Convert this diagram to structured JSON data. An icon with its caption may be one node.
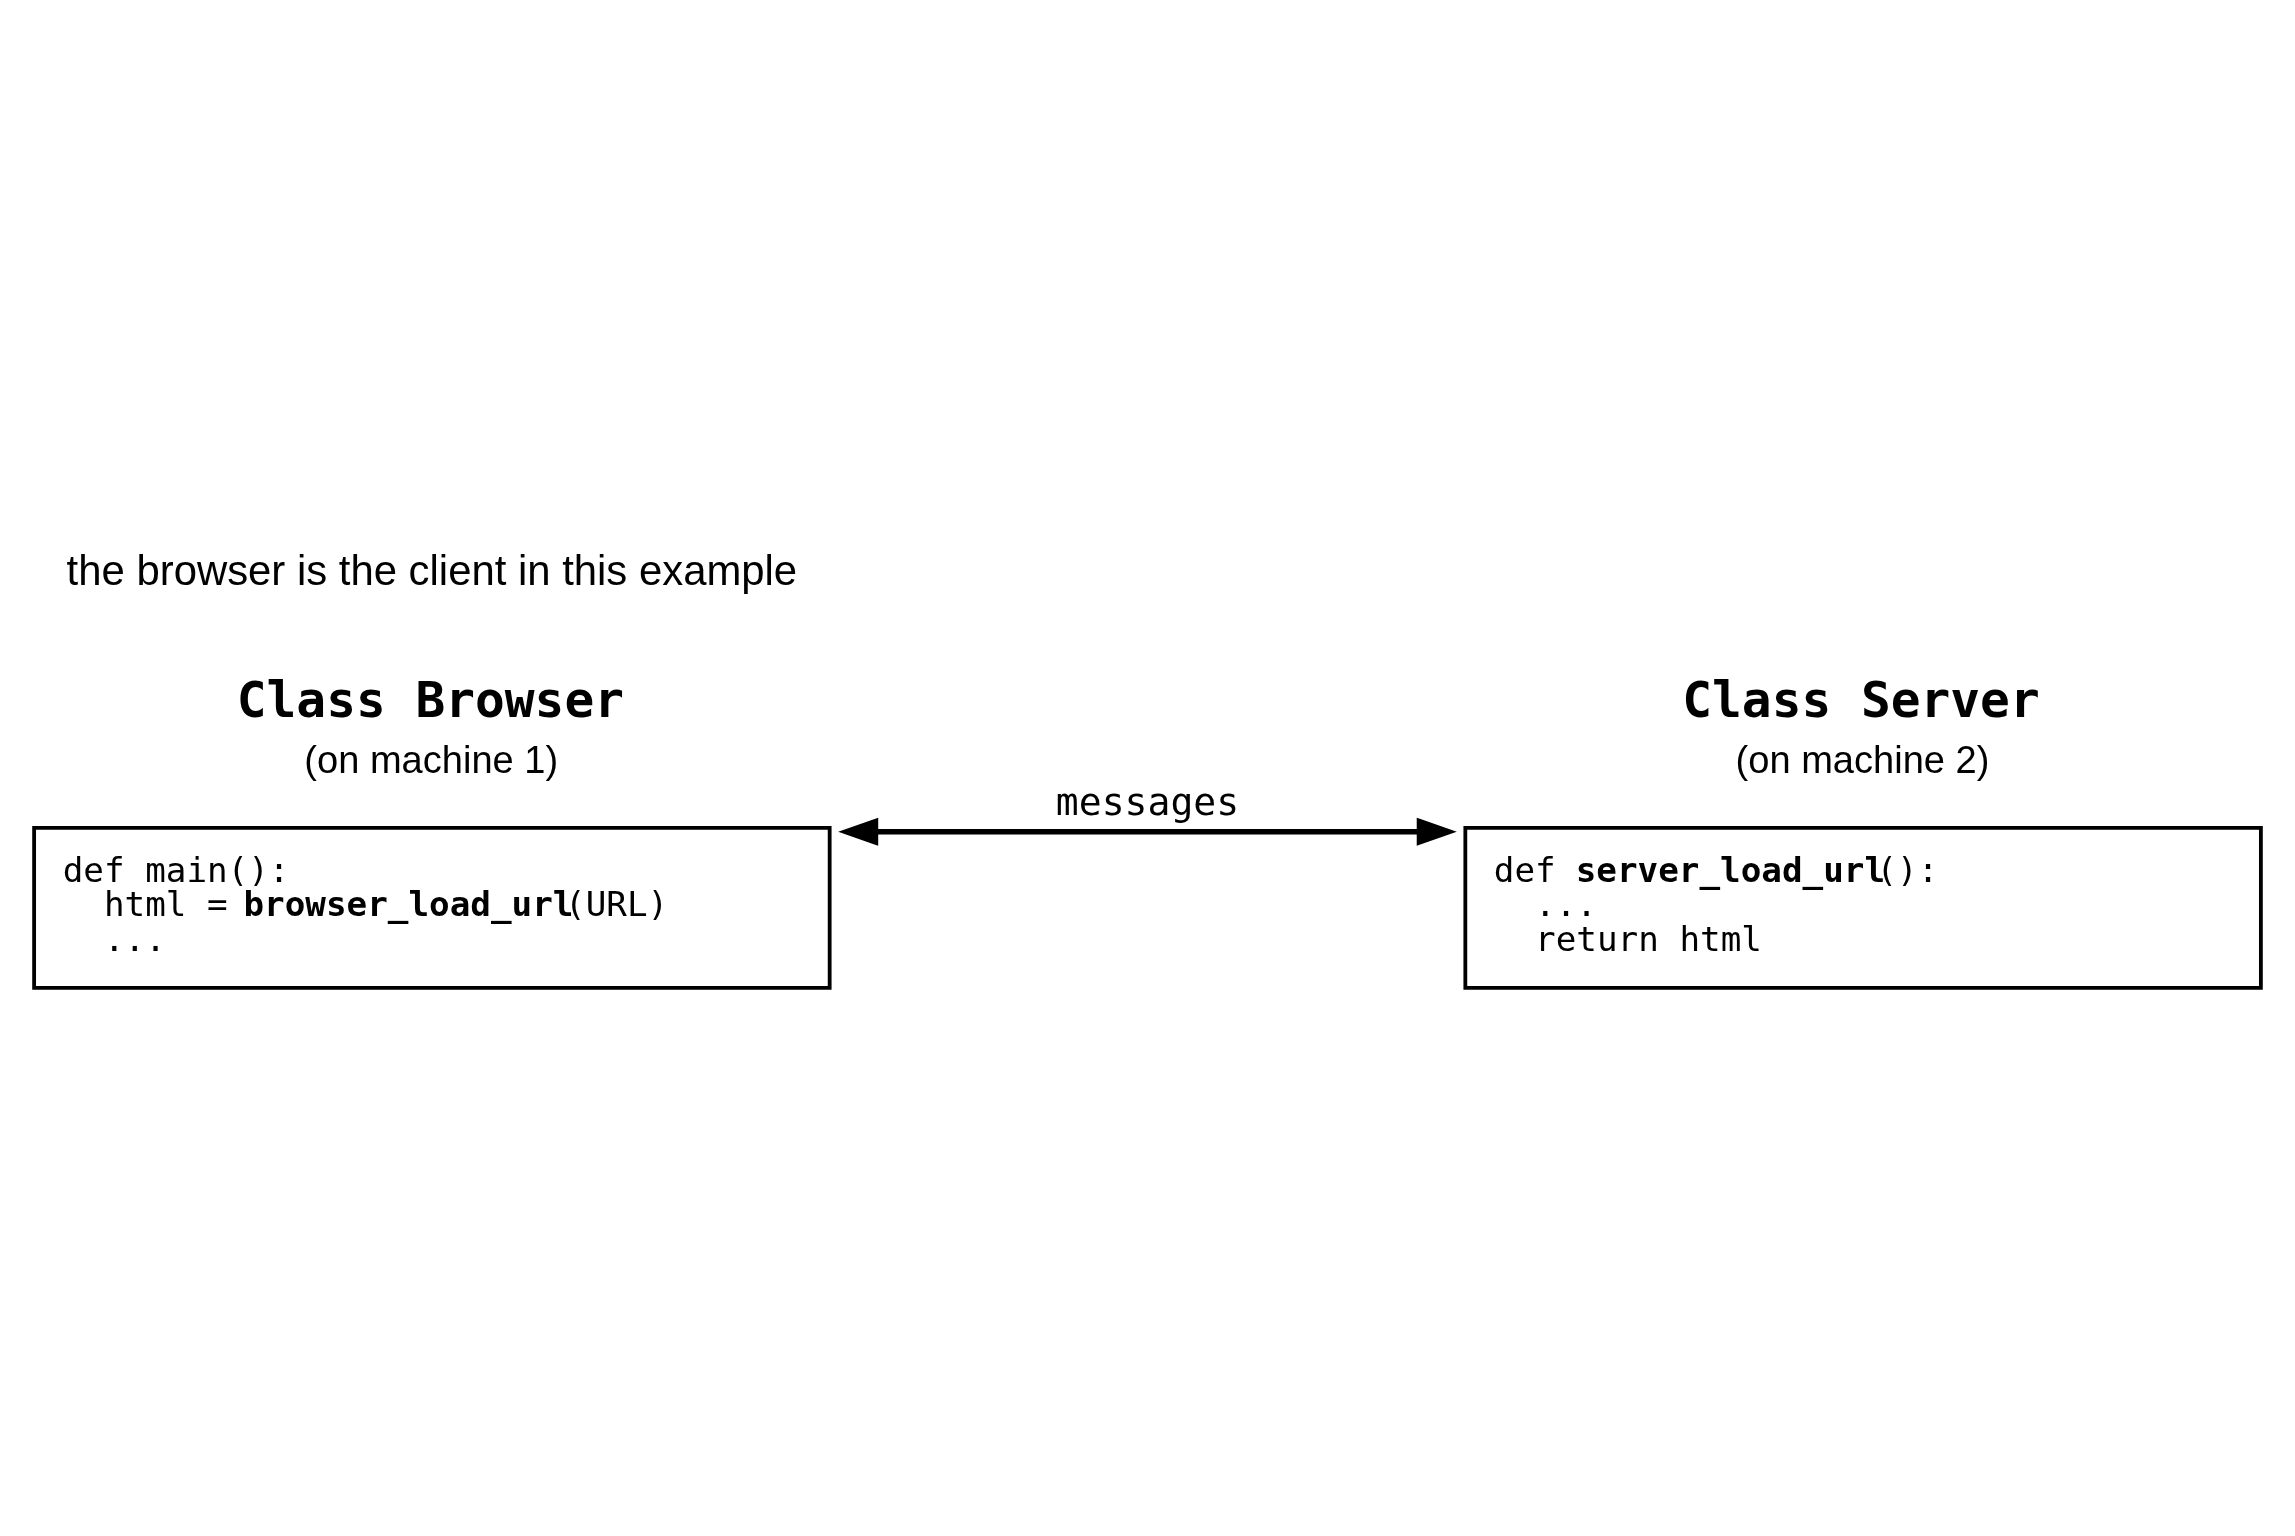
{
  "diagram": {
    "nodes": [
      {
        "text": [
          "Class Browser",
          "(on machine 1)",
          "def main():",
          "html = **browser_load_url**(URL)",
          "..."
        ]
      },
      {
        "text": [
          "Class Server",
          "(on machine 2)",
          "def **server_load_url**():",
          "...",
          "return html"
        ]
      }
    ],
    "edges": [
      {
        "from": 0,
        "to": 1,
        "arrow": "both",
        "label": "messages"
      }
    ],
    "labels": [
      "the browser is the client in this example"
    ]
  }
}
